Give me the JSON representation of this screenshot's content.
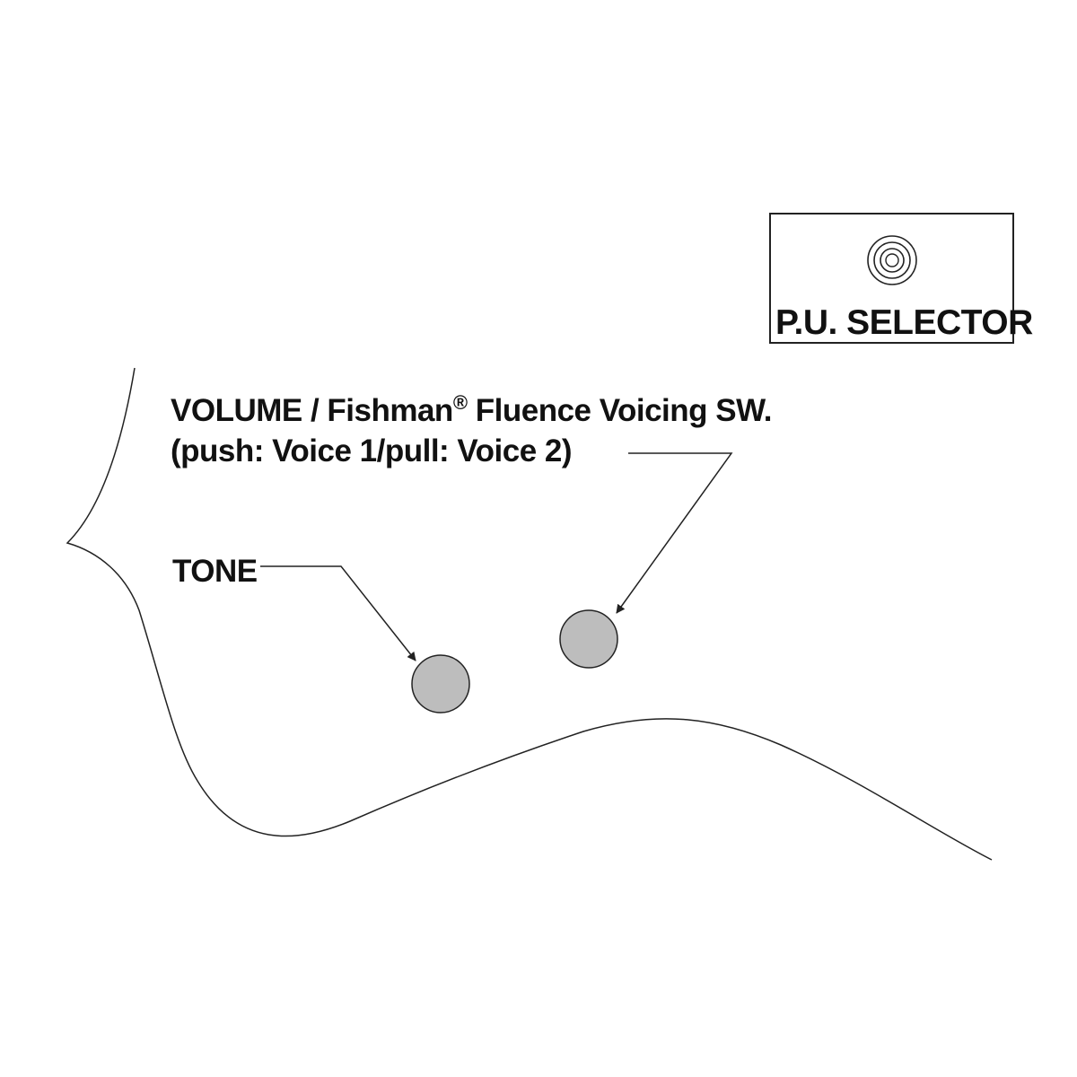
{
  "selector": {
    "label": "P.U. SELECTOR"
  },
  "volume": {
    "line1_main": "VOLUME / Fishman",
    "line1_mark": "®",
    "line1_rest": " Fluence Voicing SW.",
    "line2": "(push: Voice 1/pull: Voice 2)"
  },
  "tone": {
    "label": "TONE"
  },
  "colors": {
    "knob_fill": "#bdbdbd",
    "line": "#222222"
  },
  "icons": {
    "selector_switch": "toggle-switch-icon",
    "knob": "knob-icon"
  }
}
